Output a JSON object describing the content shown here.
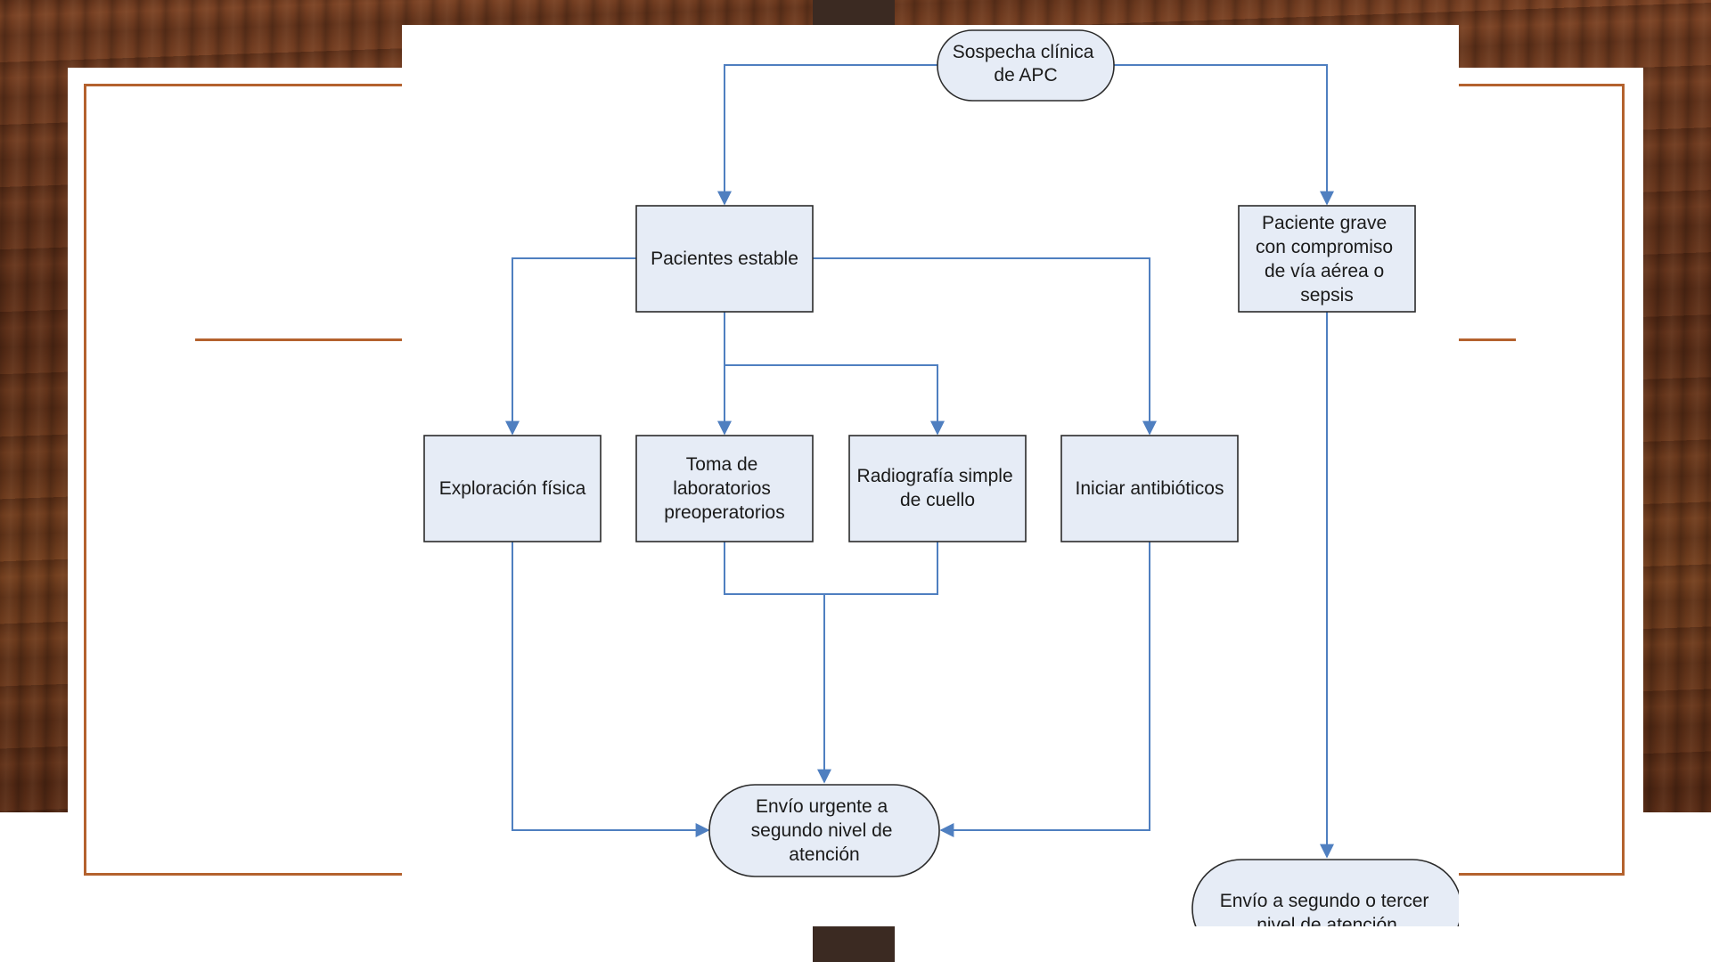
{
  "slide": {
    "colors": {
      "wood": "#6b3a20",
      "frame": "#b4622e",
      "node_fill": "#e6ecf6",
      "edge": "#4f7fc0",
      "dark_tab": "#3b2a22"
    }
  },
  "diagram": {
    "nodes": {
      "suspicion": {
        "lines": [
          "Sospecha clínica",
          "de APC"
        ]
      },
      "stable": {
        "lines": [
          "Pacientes estable"
        ]
      },
      "severe": {
        "lines": [
          "Paciente grave",
          "con compromiso",
          "de vía aérea o",
          "sepsis"
        ]
      },
      "exam": {
        "lines": [
          "Exploración física"
        ]
      },
      "labs": {
        "lines": [
          "Toma de",
          "laboratorios",
          "preoperatorios"
        ]
      },
      "xray": {
        "lines": [
          "Radiografía simple",
          "de cuello"
        ]
      },
      "antibiotics": {
        "lines": [
          "Iniciar antibióticos"
        ]
      },
      "urgent": {
        "lines": [
          "Envío urgente a",
          "segundo nivel de",
          "atención"
        ]
      },
      "referral": {
        "lines": [
          "Envío a segundo o tercer",
          "nivel de atención"
        ]
      }
    },
    "edges": [
      {
        "from": "suspicion",
        "to": "stable"
      },
      {
        "from": "suspicion",
        "to": "severe"
      },
      {
        "from": "stable",
        "to": "exam"
      },
      {
        "from": "stable",
        "to": "labs"
      },
      {
        "from": "stable",
        "to": "xray"
      },
      {
        "from": "stable",
        "to": "antibiotics"
      },
      {
        "from": "labs",
        "to": "urgent"
      },
      {
        "from": "xray",
        "to": "urgent"
      },
      {
        "from": "exam",
        "to": "urgent"
      },
      {
        "from": "antibiotics",
        "to": "urgent"
      },
      {
        "from": "severe",
        "to": "referral"
      }
    ]
  }
}
